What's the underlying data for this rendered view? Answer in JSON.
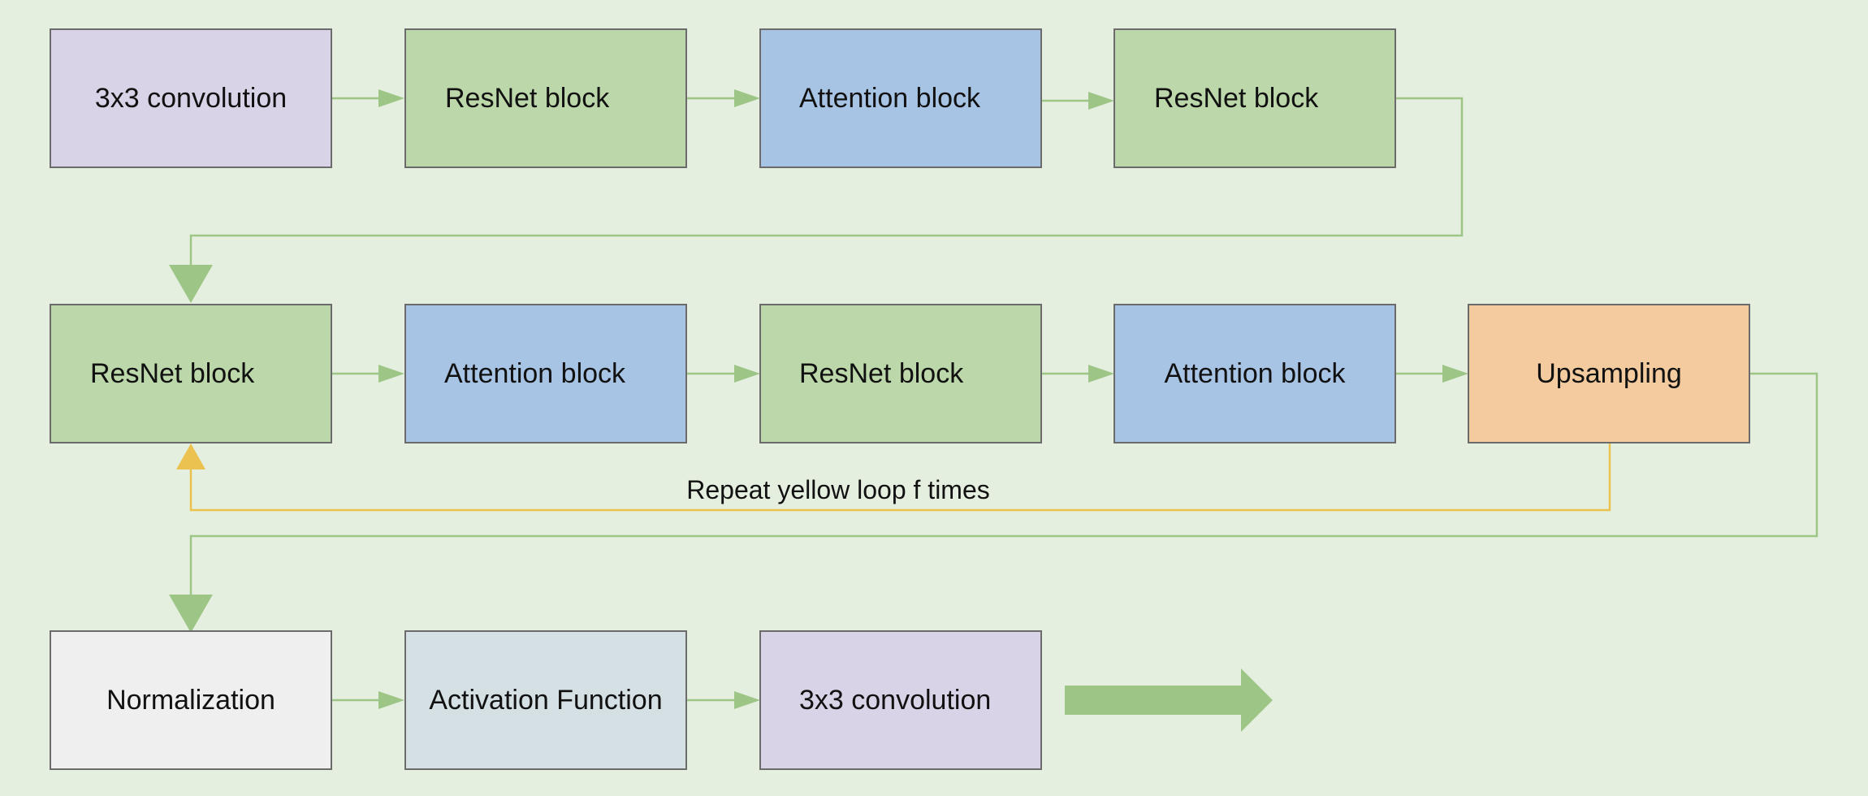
{
  "colors": {
    "background": "#e5efdf",
    "convolution": "#d9d3e7",
    "resnet": "#bcd8aa",
    "attention": "#a8c4e5",
    "upsampling": "#f3cb9f",
    "normalization": "#efefef",
    "activation": "#d4e0e4",
    "green_connector": "#9dc586",
    "yellow_connector": "#ebc14f",
    "border": "#6b6b6b"
  },
  "blocks": [
    {
      "id": "conv-in",
      "label": "3x3 convolution",
      "kind": "convolution"
    },
    {
      "id": "resnet-1",
      "label": "ResNet block",
      "kind": "resnet"
    },
    {
      "id": "attention-1",
      "label": "Attention block",
      "kind": "attention"
    },
    {
      "id": "resnet-2",
      "label": "ResNet block",
      "kind": "resnet"
    },
    {
      "id": "resnet-3",
      "label": "ResNet block",
      "kind": "resnet"
    },
    {
      "id": "attention-2",
      "label": "Attention block",
      "kind": "attention"
    },
    {
      "id": "resnet-4",
      "label": "ResNet block",
      "kind": "resnet"
    },
    {
      "id": "attention-3",
      "label": "Attention block",
      "kind": "attention"
    },
    {
      "id": "upsampling",
      "label": "Upsampling",
      "kind": "upsampling"
    },
    {
      "id": "normalization",
      "label": "Normalization",
      "kind": "normalization"
    },
    {
      "id": "activation",
      "label": "Activation Function",
      "kind": "activation"
    },
    {
      "id": "conv-out",
      "label": "3x3 convolution",
      "kind": "convolution"
    }
  ],
  "loop": {
    "label": "Repeat yellow loop f times"
  }
}
